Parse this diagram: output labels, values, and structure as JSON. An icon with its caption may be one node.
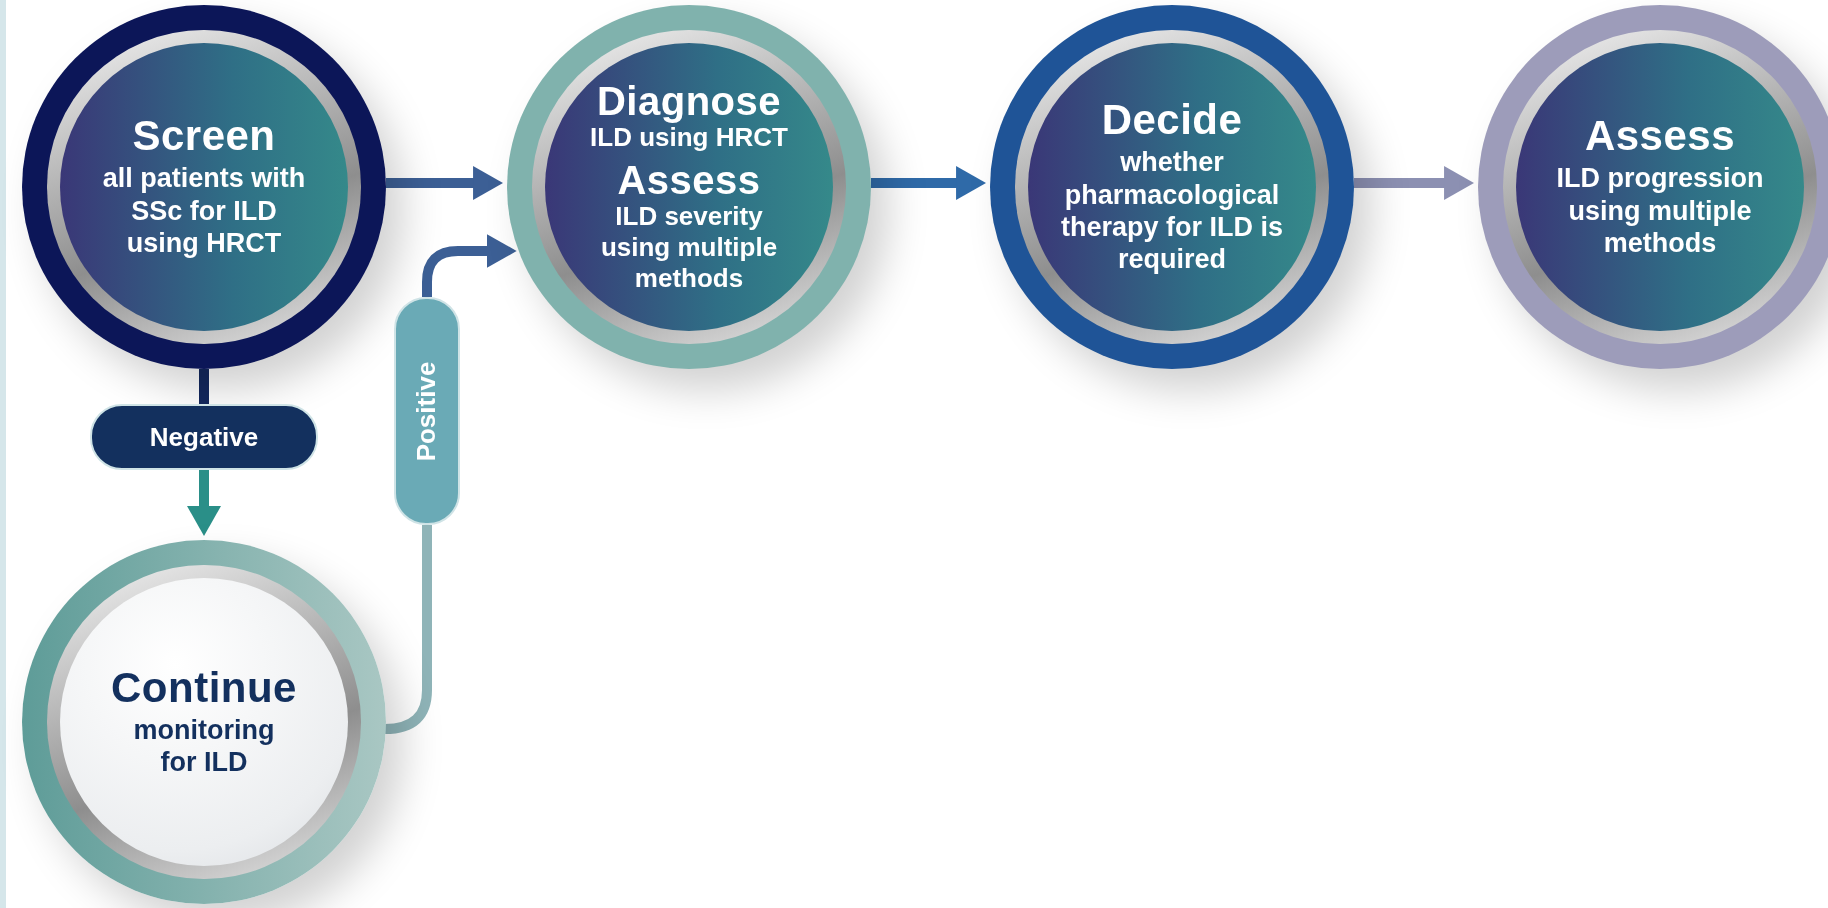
{
  "diagram": {
    "nodes": [
      {
        "text": [
          "Screen",
          "all patients with SSc for ILD using HRCT"
        ]
      },
      {
        "text": [
          "Diagnose",
          "ILD using HRCT",
          "Assess",
          "ILD severity using  multiple methods"
        ]
      },
      {
        "text": [
          "Decide",
          "whether pharmacological therapy for ILD is required"
        ]
      },
      {
        "text": [
          "Assess",
          "ILD progression using multiple methods"
        ]
      },
      {
        "text": [
          "Negative"
        ]
      },
      {
        "text": [
          "Positive"
        ]
      },
      {
        "text": [
          "Continue",
          "monitoring for ILD"
        ]
      }
    ],
    "edges": [
      {
        "from": 0,
        "to": 1,
        "arrow": "to"
      },
      {
        "from": 1,
        "to": 2,
        "arrow": "to",
        "color": "#2f6aa8"
      },
      {
        "from": 2,
        "to": 3,
        "arrow": "to",
        "color": "#8c90b2"
      },
      {
        "from": 0,
        "to": 4,
        "arrow": "none",
        "color": "#13285e"
      },
      {
        "from": 4,
        "to": 6,
        "arrow": "to",
        "color": "#2a8f88"
      },
      {
        "from": 6,
        "to": 5,
        "arrow": "none",
        "color": "#8fb4b8"
      },
      {
        "from": 5,
        "to": 1,
        "arrow": "to"
      }
    ]
  }
}
